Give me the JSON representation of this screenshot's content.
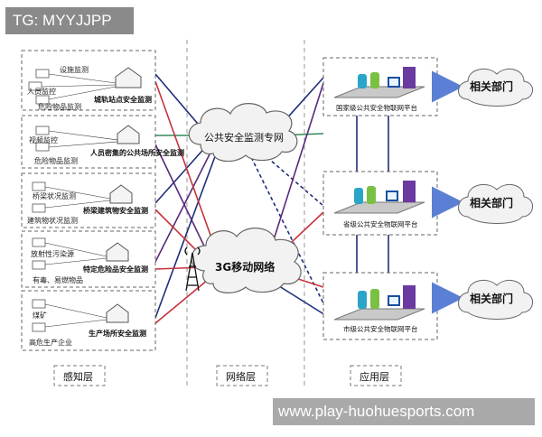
{
  "badge": "TG: MYYJJPP",
  "url": "www.play-huohuesports.com",
  "layers": {
    "perception": "感知层",
    "network": "网络层",
    "application": "应用层"
  },
  "perception_boxes": [
    {
      "items": [
        "设施监测",
        "人员监控",
        "危险物品监测"
      ],
      "site": "城轨站点安全监测"
    },
    {
      "items": [
        "视频监控",
        "危险物品监测"
      ],
      "site": "人员密集的公共场所安全监测"
    },
    {
      "items": [
        "桥梁状况监测",
        "建筑物状况监测"
      ],
      "site": "桥梁建筑物安全监测"
    },
    {
      "items": [
        "放射性污染源",
        "有毒、易燃物品"
      ],
      "site": "特定危险品安全监测"
    },
    {
      "items": [
        "煤矿",
        "高危生产企业"
      ],
      "site": "生产场所安全监测"
    }
  ],
  "clouds": {
    "dedicated": "公共安全监测专网",
    "mobile": "3G移动网络"
  },
  "platforms": [
    "国家级公共安全物联网平台",
    "省级公共安全物联网平台",
    "市级公共安全物联网平台"
  ],
  "departments": [
    "相关部门",
    "相关部门",
    "相关部门"
  ],
  "colors": {
    "link_navy": "#1e2d7a",
    "link_red": "#c8323c",
    "link_green": "#2e8b57",
    "link_purple": "#5a2a7a",
    "arrow": "#5b7fd4",
    "cloud_fill": "#f2f2f2"
  }
}
